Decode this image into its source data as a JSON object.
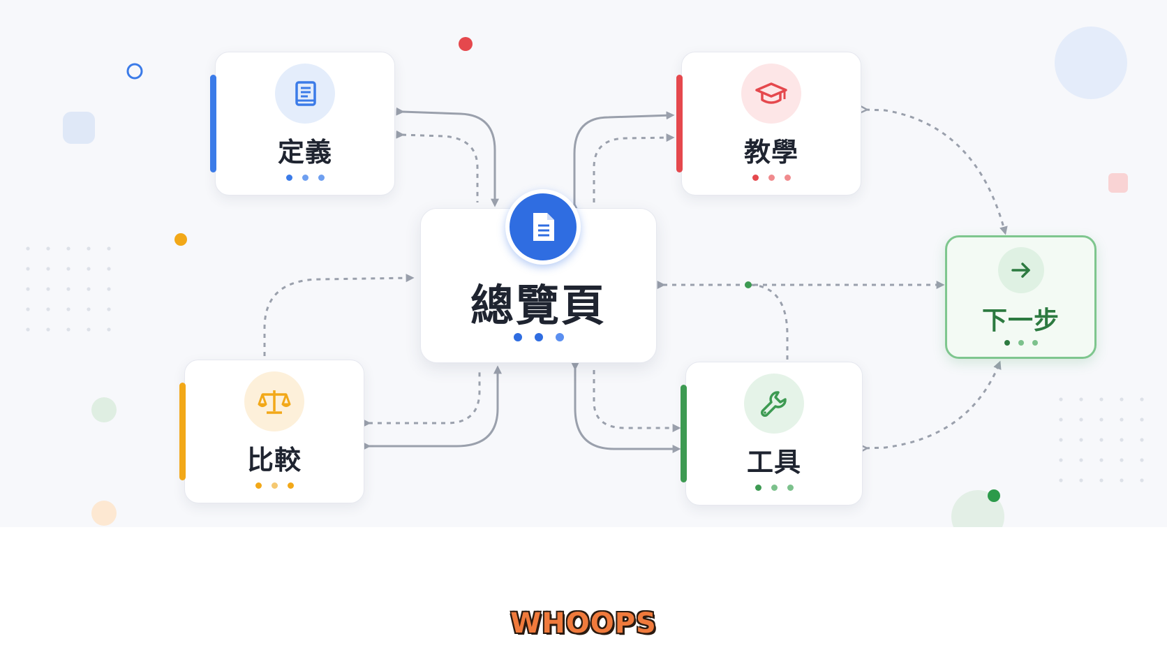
{
  "center": {
    "label": "總覽頁",
    "icon": "document-icon",
    "color": "#2f6de1",
    "dots": [
      "#2f6de1",
      "#2f6de1",
      "#5b8ff0"
    ]
  },
  "nodes": {
    "definition": {
      "label": "定義",
      "icon": "book-icon",
      "accent": "#3b7be8",
      "badge_bg": "#e4edfb",
      "dots": [
        "#3b7be8",
        "#6e9ff0",
        "#6e9ff0"
      ]
    },
    "teaching": {
      "label": "教學",
      "icon": "graduation-cap-icon",
      "accent": "#e5484d",
      "badge_bg": "#fde6e7",
      "dots": [
        "#e5484d",
        "#f08a8d",
        "#f08a8d"
      ]
    },
    "comparison": {
      "label": "比較",
      "icon": "scale-icon",
      "accent": "#f2a818",
      "badge_bg": "#fdf0da",
      "dots": [
        "#f2a818",
        "#f5c870",
        "#f2a818"
      ]
    },
    "tools": {
      "label": "工具",
      "icon": "wrench-icon",
      "accent": "#3d9a52",
      "badge_bg": "#e5f3e8",
      "dots": [
        "#3d9a52",
        "#7cc18c",
        "#7cc18c"
      ]
    },
    "next_step": {
      "label": "下一步",
      "icon": "arrow-right-icon",
      "accent": "#2c7a40",
      "badge_bg": "#dff1e3",
      "dots": [
        "#2c7a40",
        "#7cc18c",
        "#7cc18c"
      ]
    }
  },
  "watermark": {
    "text": "WHOOPS"
  }
}
